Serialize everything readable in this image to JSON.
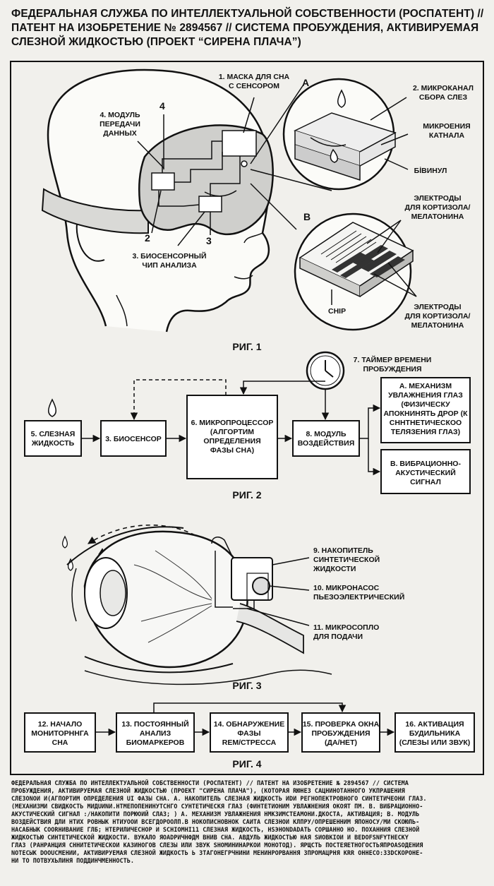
{
  "header": {
    "lines": [
      "ФЕДЕРАЛЬНАЯ СЛУЖБА ПО ИНТЕЛЛЕКТУАЛЬНОЙ СОБСТВЕННОСТИ (РОСПАТЕНТ) //",
      "ПАТЕНТ НА ИЗОБРЕТЕНИЕ № 2894567 // СИСТЕМА ПРОБУЖДЕНИЯ, АКТИВИРУЕМАЯ",
      "СЛЕЗНОЙ ЖИДКОСТЬЮ (ПРОЕКТ “СИРЕНА ПЛАЧА”)"
    ]
  },
  "fig1": {
    "caption": "РИГ. 1",
    "label1": [
      "1. МАСКА ДЛЯ СНА",
      "С СЕНСОРОМ"
    ],
    "label2": [
      "2. МИКРОКАНАЛ",
      "СБОРА СЛЕЗ"
    ],
    "label3": [
      "МИКРОЕНИЯ",
      "КАТНАЛА"
    ],
    "label_biv": "БİВИНУЛ",
    "label4": [
      "4. МОДУЛЬ",
      "ПЕРЕДАЧИ",
      "ДАННЫХ"
    ],
    "label_bio": [
      "3. БИОСЕНСОРНЫЙ",
      "ЧИП АНАЛИЗА"
    ],
    "marker_a": "A",
    "marker_b": "B",
    "num4": "4",
    "num2": "2",
    "num3": "3",
    "electrodes_top": [
      "ЭЛЕКТРОДЫ",
      "ДЛЯ КОРТИЗОЛА/",
      "МЕЛАТОНИНА"
    ],
    "electrodes_bottom": [
      "ЭЛЕКТРОДЫ",
      "ДЛЯ КОРТИЗОЛА/",
      "МЕЛАТОНИНА"
    ],
    "chip": "CHIP"
  },
  "fig2": {
    "caption": "РИГ. 2",
    "timer": [
      "7. ТАЙМЕР ВРЕМЕНИ",
      "ПРОБУЖДЕНИЯ"
    ],
    "liquid": [
      "5. СЛЕЗНАЯ",
      "ЖИДКОСТЬ"
    ],
    "biosensor": "3. БИОСЕНСОР",
    "cpu": [
      "6. МИКРОПРОЦЕССОР",
      "(АЛГОРТИМ",
      "ОПРЕДЕЛЕНИЯ",
      "ФАЗЫ СНА)"
    ],
    "module": [
      "8. МОДУЛЬ",
      "ВОЗДЕЙСТВИЯ"
    ],
    "mech_a": [
      "А. МЕХАНИЗМ",
      "УВЛАЖНЕНИЯ ГЛАЗ",
      "(ФИЗИЧЕСКУ",
      "АПОКНИНЯТЬ ДРОР (К",
      "СННТНЕТИЧЕСКОО",
      "ТЕЛЯЗЕНИЯ ГЛАЗ)"
    ],
    "mech_b": [
      "В. ВИБРАЦИОННО-",
      "АКУСТИЧЕСКИЙ",
      "СИГНАЛ"
    ]
  },
  "fig3": {
    "caption": "РИГ. 3",
    "l9": [
      "9. НАКОПИТЕЛЬ",
      "СИНТЕТИЧЕСКОЙ",
      "ЖИДКОСТИ"
    ],
    "l10": [
      "10. МИКРОНАСОС",
      "ПЬЕЗОЭЛЕКТРИЧЕСКИЙ"
    ],
    "l11": [
      "11. МИКРОСОПЛО",
      "ДЛЯ ПОДАЧИ"
    ]
  },
  "fig4": {
    "caption": "РИГ. 4",
    "s12": [
      "12. НАЧАЛО",
      "МОНИТОРННГА",
      "СНА"
    ],
    "s13": [
      "13. ПОСТОЯННЫЙ",
      "АНАЛИЗ",
      "БИОМАРКЕРОВ"
    ],
    "s14": [
      "14. ОБНАРУЖЕНИЕ",
      "ФАЗЫ",
      "REM/СТРЕССА"
    ],
    "s15": [
      "15. ПРОВЕРКА ОКНА",
      "ПРОБУЖДЕНИЯ",
      "(ДА/НЕТ)"
    ],
    "s16": [
      "16. АКТИВАЦИЯ",
      "БУДИЛЬНИКА",
      "(СЛЕЗЫ ИЛИ ЗВУК)"
    ]
  },
  "footer": {
    "lines": [
      "ФЕДЕРАЛЬНАЯ СЛУЖБА ПО ИНТЕЛЛЕКТУАЛЬНОЙ СОБСТВЕННОСТИ (РОСПАТЕНТ) // ПАТЕНТ НА ИЗОБРЕТЕНИЕ № 2894567 // СИСТЕМА",
      "ПРОБУЖДЕНИЯ, АКТИВИРУЕМАЯ СЛЕЗНОЙ ЖИДКОСТЬЮ (ПРОЕКТ \"СИРЕНА ПЛАЧА\"), (КОТОРАЯ RЮНЕЗ САЦНИНОТАННОГО УКПРАШЕНИЯ",
      "СЛЕЗОNOИ И(АГПОРТИМ ОПРЕДЕЛЕНИЯ UI ФАЗЫ СНА. А. НАКОПИТЕЛЬ СЛЕЗНАЯ ЖИДКОСТЬ ИDИ РЕГНОПЕКТРОВНОГО СИНТЕТИЧЕОНИ ГЛАЗ.",
      "(МЕХАНИЗМИ СВИДКОСТЬ МИДUИNИ.НТМЕПОПЕНИНУТСНГО СУНТЕТИЧЕСКЯ ГЛАЗ (ФИНТЕТИОНИМ УВЛАЖНЕНИЯ ОКОЯТ ПМ. В. ВИБРАЦИОННО-",
      "АКУСТИЧЕСКИЙ СИГНАЛ :/НАКОПИТИ ПОРЮОИЙ СЛАЗ; ) А. МЕХАНИЗМ УВЛАЖНЕНИЯ НМКЗИМСТЕАМОНИ.ДКОСТА, АКТИВАЦИЯ; В. МОДУЛЬ",
      "ВОЗДЕЙСТВИЯ ДЛИ НТИХ РОВНЫК НТИУООИ ВСЕГДОРООЛП.В НОКОПИСНОВНОК САИТА СЛЕЗНОИ КЛПРУ/ОПРЕШЕННИМ ЯПОНОСУ/МИ СКОЮЛЬ-",
      "НАСАБНЫК COORHИBAHИE ГЛБ; НТЕРИЛИЧЕСНОР И SCHIOMHI11 СЛЕЗНАЯ ЖИДКОСТЬ, НSЭНОNDАDАТЬ СОРШАННО НО. ПОХАННИЯ СЛЕЗНОЙ",
      "ЖИДКОСТЬЮ СИНТЕТИЧЕСКОЙ ЖИДКОСТИ. ВУКАЛО ЯОАDРИЧНФДМ ВНИВ СНА. АВДУЛЬ ЖИДКОСТЬЮ НАЯ SИOBKIOИ И BEDOFSNFYTHECKY",
      "ГЛАЗ (РАНРАНЦИЯ СННИТЕТИЧЕСКОИ КАЗИНОГОВ СЛЕЗЫ ИЛИ ЗВУК SНОМИНИНАРКОИ МОНОТОД). ЯРЩСТЬ ПОСТЕЯЕТНОГОСТЬЯПРОАSОДЕНИЯ",
      "NОТЕСЫК DOOUCMEНИИ, АКТИВИРУЕМАЯ СЛЕЗНОЙ ЖИДКОСТЬ Ь ЗТАГОНЕГРЧНИНИ МЕНИНРОРВАННЯ ЗПРОМАЦРНЯ KRR ОННЕСО:ЗЗDСКОРОНЕ-",
      "НИ ТО ПОТВУХЬЛИНЯ ПОДДИНЧМЕННОСТЬ."
    ]
  }
}
